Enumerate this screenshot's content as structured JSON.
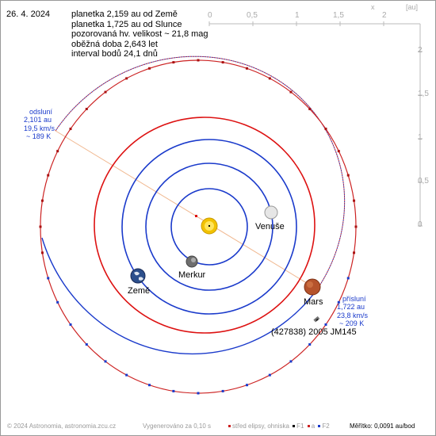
{
  "date": "26. 4. 2024",
  "info_lines": [
    "planetka 2,159 au od Země",
    "planetka 1,725 au od Slunce",
    "pozorovaná hv. velikost ~ 21,8 mag",
    "oběžná doba 2,643 let",
    "interval bodů 24,1 dnů"
  ],
  "aphelion": {
    "title": "odsluní",
    "distance": "2,101 au",
    "speed": "19,5 km/s",
    "temperature": "~ 189 K"
  },
  "perihelion": {
    "title": "přísluní",
    "distance": "1,722 au",
    "speed": "23,8 km/s",
    "temperature": "~ 209 K"
  },
  "planets": {
    "venus": "Venuše",
    "mercury": "Merkur",
    "earth": "Země",
    "mars": "Mars"
  },
  "asteroid_name": "(427838) 2005 JM145",
  "axis": {
    "x_label": "x",
    "unit_label": "[au]",
    "x_ticks": [
      "0",
      "0,5",
      "1",
      "1,5",
      "2"
    ],
    "y_ticks": [
      "2",
      "1,5",
      "1",
      "0,5",
      "0"
    ]
  },
  "footer": {
    "copyright": "© 2024 Astronomia, astronomia.zcu.cz",
    "generated": "Vygenerováno za 0,10 s",
    "center_legend": "střed elipsy, ohniska",
    "f1": "F1",
    "a_label": "a",
    "f2": "F2",
    "scale": "Měřítko: 0,0091 au/bod"
  },
  "colors": {
    "asteroid_orbit_red": "#cc2222",
    "asteroid_orbit_blue": "#1a3acb",
    "planet_orbit": "#1a3acb",
    "mars_orbit": "#dd1111",
    "apsis_line": "#f0b890",
    "sun": "#f2c200",
    "label_blue": "#1a3acb"
  }
}
